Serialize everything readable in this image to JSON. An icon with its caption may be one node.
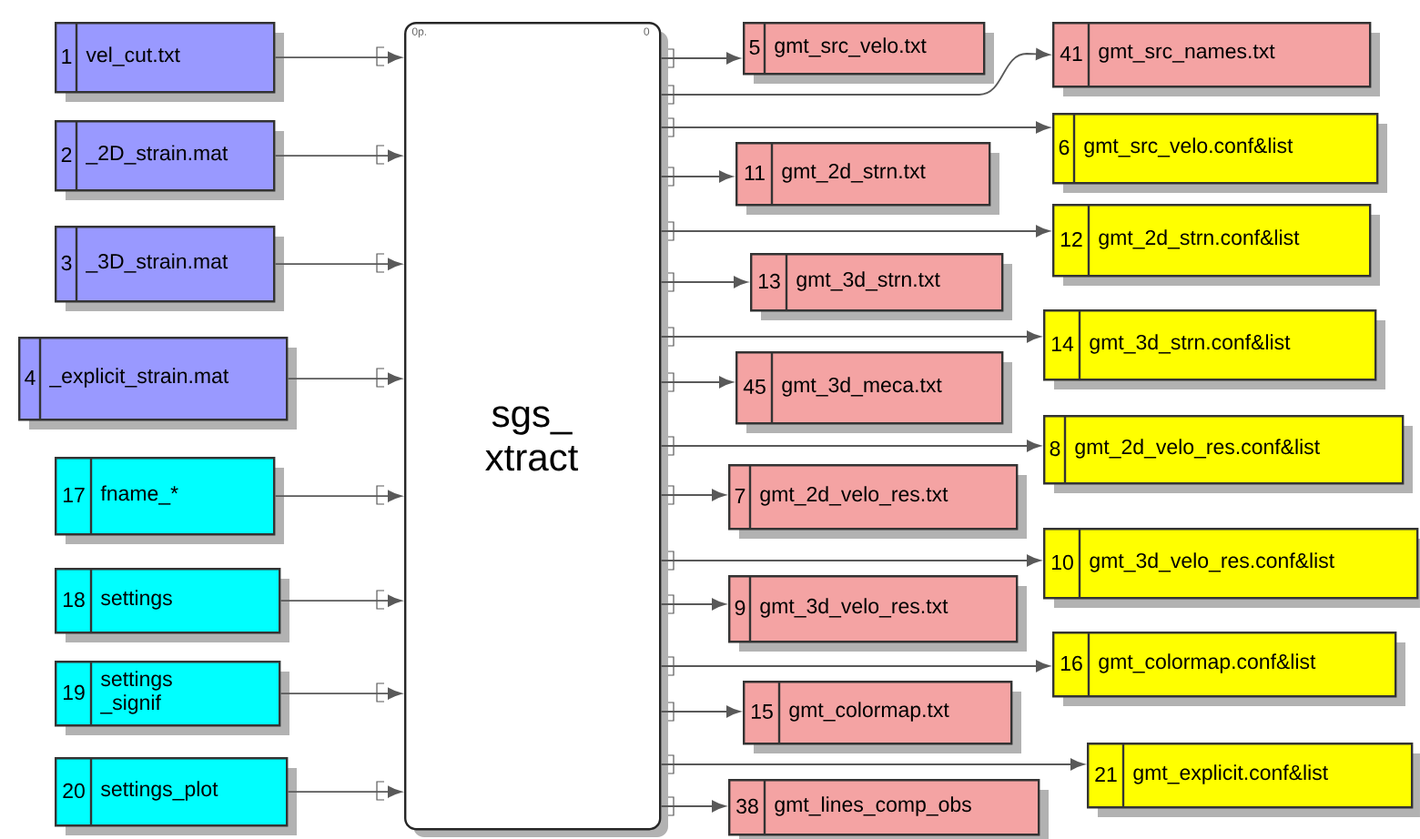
{
  "diagram": {
    "nodes": [
      {
        "text": [
          "1",
          "vel_cut.txt"
        ]
      },
      {
        "text": [
          "2",
          "_2D_strain.mat"
        ]
      },
      {
        "text": [
          "3",
          "_3D_strain.mat"
        ]
      },
      {
        "text": [
          "4",
          "_explicit_strain.mat"
        ]
      },
      {
        "text": [
          "17",
          "fname_*"
        ]
      },
      {
        "text": [
          "18",
          "settings"
        ]
      },
      {
        "text": [
          "19",
          "settings _signif"
        ]
      },
      {
        "text": [
          "20",
          "settings_plot"
        ]
      },
      {
        "text": [
          "sgs_ xtract",
          "0p.",
          "0"
        ]
      },
      {
        "text": [
          "5",
          "gmt_src_velo.txt"
        ]
      },
      {
        "text": [
          "41",
          "gmt_src_names.txt"
        ]
      },
      {
        "text": [
          "6",
          "gmt_src_velo.conf&list"
        ]
      },
      {
        "text": [
          "11",
          "gmt_2d_strn.txt"
        ]
      },
      {
        "text": [
          "12",
          "gmt_2d_strn.conf&list"
        ]
      },
      {
        "text": [
          "13",
          "gmt_3d_strn.txt"
        ]
      },
      {
        "text": [
          "14",
          "gmt_3d_strn.conf&list"
        ]
      },
      {
        "text": [
          "45",
          "gmt_3d_meca.txt"
        ]
      },
      {
        "text": [
          "8",
          "gmt_2d_velo_res.conf&list"
        ]
      },
      {
        "text": [
          "7",
          "gmt_2d_velo_res.txt"
        ]
      },
      {
        "text": [
          "10",
          "gmt_3d_velo_res.conf&list"
        ]
      },
      {
        "text": [
          "9",
          "gmt_3d_velo_res.txt"
        ]
      },
      {
        "text": [
          "16",
          "gmt_colormap.conf&list"
        ]
      },
      {
        "text": [
          "15",
          "gmt_colormap.txt"
        ]
      },
      {
        "text": [
          "21",
          "gmt_explicit.conf&list"
        ]
      },
      {
        "text": [
          "38",
          "gmt_lines_comp_obs"
        ]
      }
    ],
    "edges": [
      {
        "from": 0,
        "to": 8,
        "arrow": "to"
      },
      {
        "from": 1,
        "to": 8,
        "arrow": "to"
      },
      {
        "from": 2,
        "to": 8,
        "arrow": "to"
      },
      {
        "from": 3,
        "to": 8,
        "arrow": "to"
      },
      {
        "from": 4,
        "to": 8,
        "arrow": "to"
      },
      {
        "from": 5,
        "to": 8,
        "arrow": "to"
      },
      {
        "from": 6,
        "to": 8,
        "arrow": "to"
      },
      {
        "from": 7,
        "to": 8,
        "arrow": "to"
      },
      {
        "from": 8,
        "to": 9,
        "arrow": "to"
      },
      {
        "from": 8,
        "to": 10,
        "arrow": "to"
      },
      {
        "from": 8,
        "to": 11,
        "arrow": "to"
      },
      {
        "from": 8,
        "to": 12,
        "arrow": "to"
      },
      {
        "from": 8,
        "to": 13,
        "arrow": "to"
      },
      {
        "from": 8,
        "to": 14,
        "arrow": "to"
      },
      {
        "from": 8,
        "to": 15,
        "arrow": "to"
      },
      {
        "from": 8,
        "to": 16,
        "arrow": "to"
      },
      {
        "from": 8,
        "to": 17,
        "arrow": "to"
      },
      {
        "from": 8,
        "to": 18,
        "arrow": "to"
      },
      {
        "from": 8,
        "to": 19,
        "arrow": "to"
      },
      {
        "from": 8,
        "to": 20,
        "arrow": "to"
      },
      {
        "from": 8,
        "to": 21,
        "arrow": "to"
      },
      {
        "from": 8,
        "to": 22,
        "arrow": "to"
      },
      {
        "from": 8,
        "to": 23,
        "arrow": "to"
      },
      {
        "from": 8,
        "to": 24,
        "arrow": "to"
      }
    ]
  }
}
